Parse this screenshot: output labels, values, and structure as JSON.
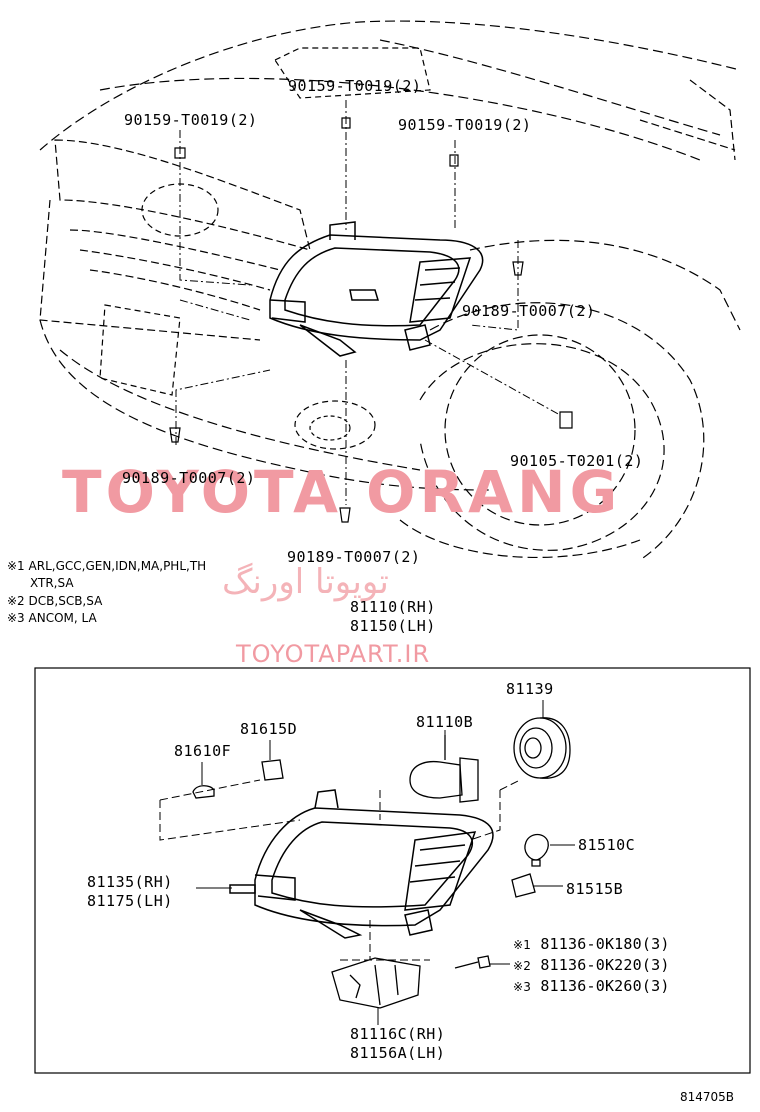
{
  "upper_parts": {
    "bolt_top": "90159-T0019(2)",
    "bolt_left": "90159-T0019(2)",
    "bolt_right": "90159-T0019(2)",
    "clip_right": "90189-T0007(2)",
    "screw_right": "90105-T0201(2)",
    "clip_left": "90189-T0007(2)",
    "clip_bottom": "90189-T0007(2)"
  },
  "notes": [
    {
      "mark": "※1",
      "text": "ARL,GCC,GEN,IDN,MA,PHL,TH"
    },
    {
      "mark": "",
      "text": "XTR,SA"
    },
    {
      "mark": "※2",
      "text": "DCB,SCB,SA"
    },
    {
      "mark": "※3",
      "text": "ANCOM, LA"
    }
  ],
  "assembly": {
    "rh": "81110(RH)",
    "lh": "81150(LH)"
  },
  "box_parts": {
    "socket": "81139",
    "bulb_main": "81110B",
    "small_socket": "81615D",
    "small_bulb": "81610F",
    "housing_rh": "81135(RH)",
    "housing_lh": "81175(LH)",
    "signal_bulb": "81510C",
    "signal_socket": "81515B",
    "screws": [
      {
        "mark": "※1",
        "part": "81136-0K180(3)"
      },
      {
        "mark": "※2",
        "part": "81136-0K220(3)"
      },
      {
        "mark": "※3",
        "part": "81136-0K260(3)"
      }
    ],
    "bracket_rh": "81116C(RH)",
    "bracket_lh": "81156A(LH)"
  },
  "watermarks": {
    "brand": "TOYOTA ORANG",
    "persian": "تویوتا اورنگ",
    "url": "TOYOTAPART.IR"
  },
  "diagram_code": "814705B"
}
